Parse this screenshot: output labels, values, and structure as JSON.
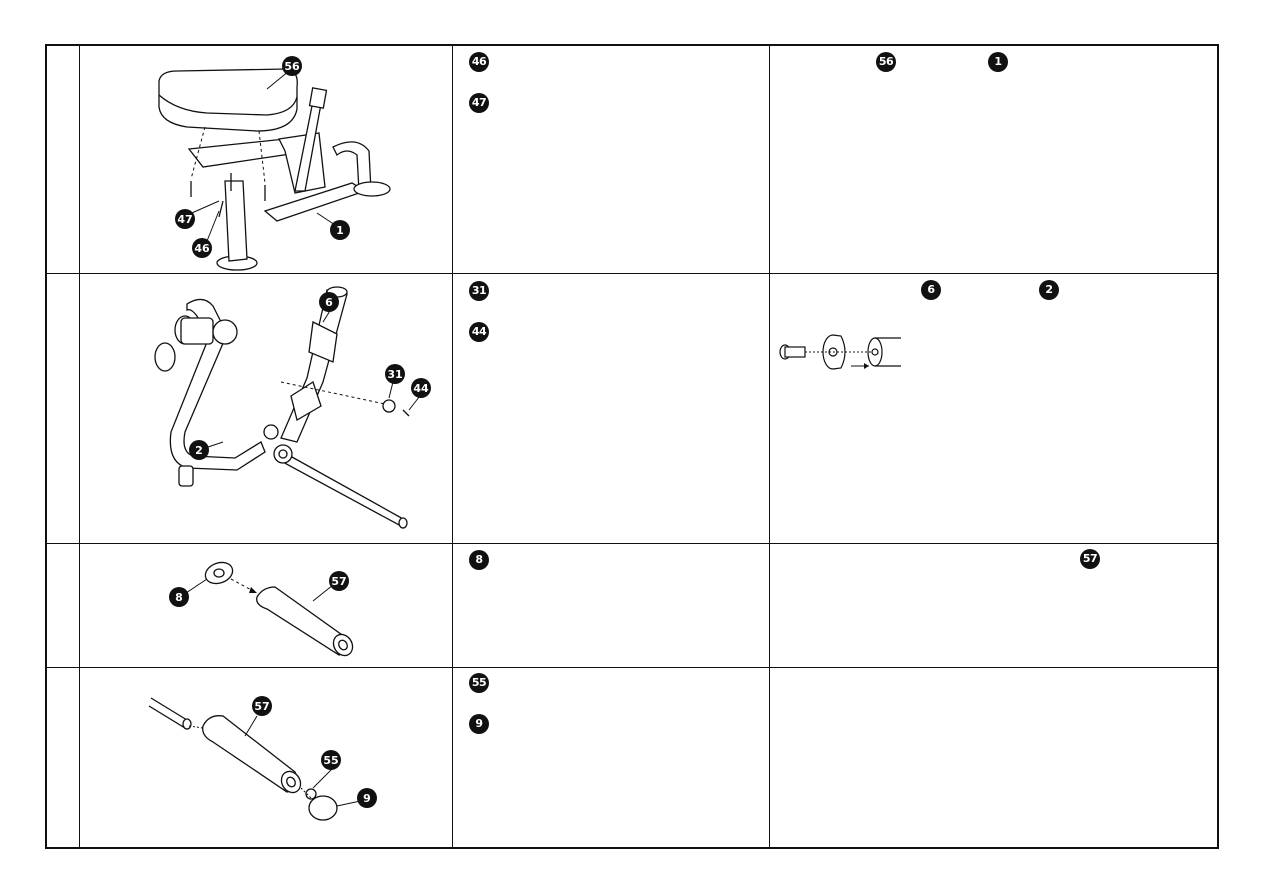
{
  "steps": [
    {
      "figure_callouts": [
        "56",
        "47",
        "46",
        "1"
      ],
      "parts": [
        "46",
        "47"
      ],
      "instruction_refs": [
        "56",
        "1"
      ]
    },
    {
      "figure_callouts": [
        "6",
        "31",
        "44",
        "2"
      ],
      "parts": [
        "31",
        "44"
      ],
      "instruction_refs": [
        "6",
        "2"
      ]
    },
    {
      "figure_callouts": [
        "8",
        "57"
      ],
      "parts": [
        "8"
      ],
      "instruction_refs": [
        "57"
      ]
    },
    {
      "figure_callouts": [
        "57",
        "55",
        "9"
      ],
      "parts": [
        "55",
        "9"
      ],
      "instruction_refs": []
    }
  ]
}
